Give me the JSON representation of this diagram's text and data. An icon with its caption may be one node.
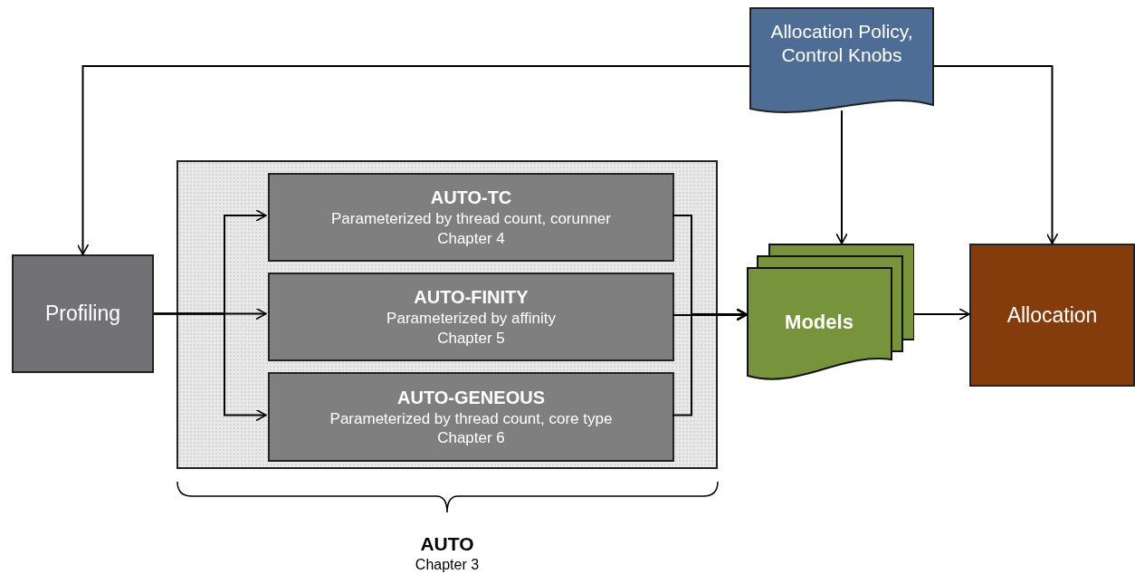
{
  "diagram": {
    "nodes": [
      {
        "text": [
          "Allocation Policy, Control Knobs"
        ]
      },
      {
        "text": [
          "Profiling"
        ]
      },
      {
        "text": [],
        "shape": "box"
      },
      {
        "text": [
          "AUTO-TC",
          "Parameterized by thread count, corunner",
          "Chapter 4"
        ],
        "in": 2
      },
      {
        "text": [
          "AUTO-FINITY",
          "Parameterized by affinity",
          "Chapter 5"
        ],
        "in": 2
      },
      {
        "text": [
          "AUTO-GENEOUS",
          "Parameterized by thread count, core type",
          "Chapter 6"
        ],
        "in": 2
      },
      {
        "text": [
          "Models"
        ]
      },
      {
        "text": [
          "Allocation"
        ]
      }
    ],
    "edges": [
      {
        "from": 0,
        "to": 1,
        "arrow": "to"
      },
      {
        "from": 0,
        "to": 6,
        "arrow": "to"
      },
      {
        "from": 0,
        "to": 7,
        "arrow": "to"
      },
      {
        "from": 1,
        "to": 3,
        "arrow": "to"
      },
      {
        "from": 1,
        "to": 4,
        "arrow": "to"
      },
      {
        "from": 1,
        "to": 5,
        "arrow": "to"
      },
      {
        "from": 3,
        "to": 6,
        "arrow": "to"
      },
      {
        "from": 4,
        "to": 6,
        "arrow": "to"
      },
      {
        "from": 5,
        "to": 6,
        "arrow": "to"
      },
      {
        "from": 6,
        "to": 7,
        "arrow": "to"
      }
    ],
    "labels": [
      "AUTO",
      "Chapter 3"
    ]
  }
}
